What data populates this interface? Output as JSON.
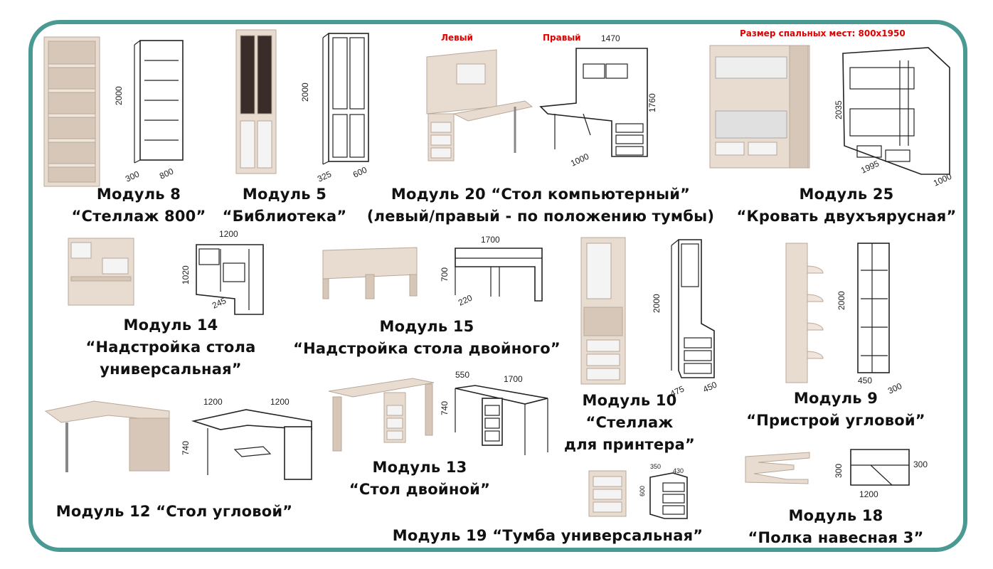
{
  "modules": {
    "m8": {
      "line1": "Модуль 8",
      "line2": "“Стеллаж 800”"
    },
    "m5": {
      "line1": "Модуль 5",
      "line2": "“Библиотека”"
    },
    "m20": {
      "line1": "Модуль 20 “Стол компьютерный”",
      "line2": "(левый/правый - по положению тумбы)"
    },
    "m25": {
      "line1": "Модуль 25",
      "line2": "“Кровать двухъярусная”"
    },
    "m14": {
      "line1": "Модуль 14",
      "line2": "“Надстройка стола",
      "line3": "универсальная”"
    },
    "m15": {
      "line1": "Модуль 15",
      "line2": "“Надстройка стола двойного”"
    },
    "m10": {
      "line1": "Модуль 10",
      "line2": "“Стеллаж",
      "line3": "для принтера”"
    },
    "m9": {
      "line1": "Модуль 9",
      "line2": "“Пристрой угловой”"
    },
    "m12": {
      "line1": "Модуль 12 “Стол угловой”"
    },
    "m13": {
      "line1": "Модуль 13",
      "line2": "“Стол двойной”"
    },
    "m19": {
      "line1": "Модуль 19 “Тумба универсальная”"
    },
    "m18": {
      "line1": "Модуль 18",
      "line2": "“Полка навесная 3”"
    }
  },
  "labels": {
    "left": "Левый",
    "right": "Правый",
    "bed_size": "Размер спальных мест: 800x1950"
  },
  "dims": {
    "m8_h": "2000",
    "m8_d": "300",
    "m8_w": "800",
    "m5_h": "2000",
    "m5_d": "325",
    "m5_w": "600",
    "m20_w": "1470",
    "m20_h": "1760",
    "m20_d": "1000",
    "m25_h": "2035",
    "m25_w": "1995",
    "m25_d": "1000",
    "m14_w": "1200",
    "m14_h": "1020",
    "m14_d": "245",
    "m15_w": "1700",
    "m15_h": "700",
    "m15_d": "220",
    "m10_h": "2000",
    "m10_d": "475",
    "m10_w": "450",
    "m9_h": "2000",
    "m9_w": "450",
    "m9_d": "300",
    "m12_w1": "1200",
    "m12_w2": "1200",
    "m12_h": "740",
    "m13_d": "550",
    "m13_w": "1700",
    "m13_h": "740",
    "m19_w": "350",
    "m19_d": "430",
    "m19_h": "600",
    "m18_h": "300",
    "m18_d": "300",
    "m18_w": "1200"
  },
  "colors": {
    "frame": "#4a9a93",
    "accent_red": "#e00000",
    "wood": "#e8dcd0"
  }
}
